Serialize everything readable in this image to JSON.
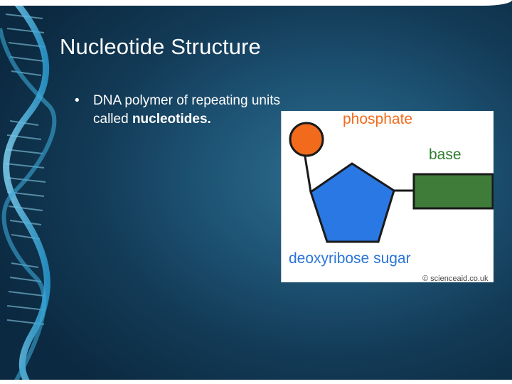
{
  "slide": {
    "title": "Nucleotide Structure",
    "bullets": [
      {
        "marker": "•",
        "text_plain": "DNA polymer of repeating units called",
        "text_bold": "nucleotides."
      }
    ]
  },
  "figure": {
    "labels": {
      "phosphate": "phosphate",
      "base": "base",
      "sugar": "deoxyribose sugar"
    },
    "credit": "© scienceaid.co.uk",
    "colors": {
      "phosphate": "#f26b1d",
      "base": "#3f7c3a",
      "sugar": "#2a78e4",
      "connector": "#1a1a1a"
    }
  }
}
